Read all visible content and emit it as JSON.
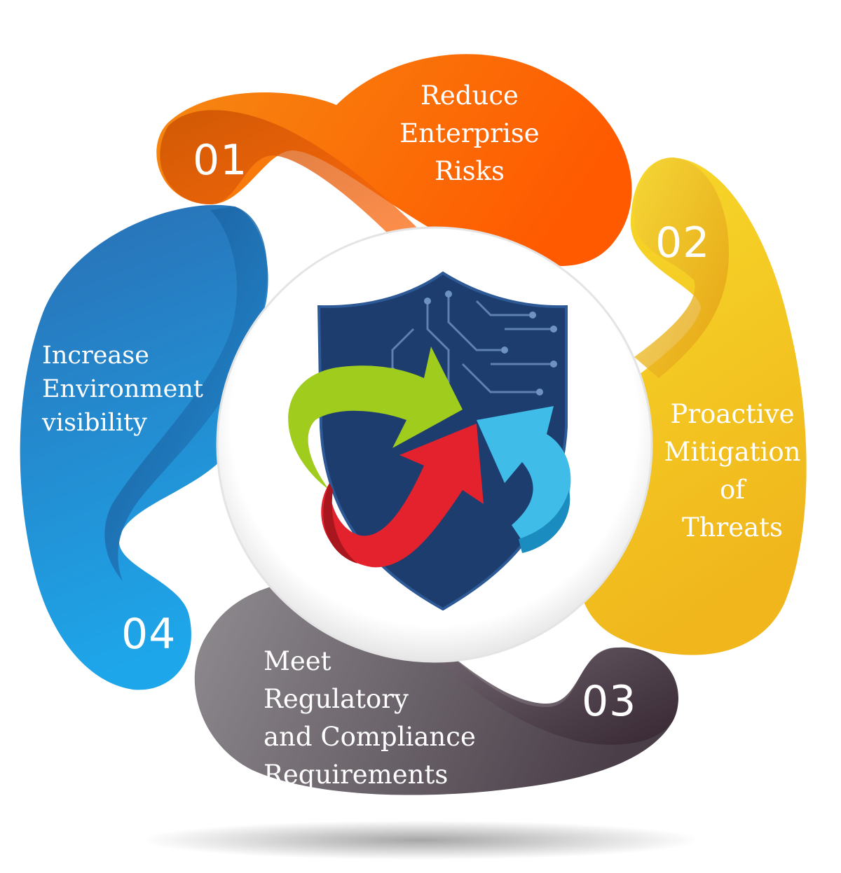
{
  "steps": [
    {
      "number": "01",
      "lines": [
        "Reduce",
        "Enterprise",
        "Risks"
      ],
      "color": "#f26a0f"
    },
    {
      "number": "02",
      "lines": [
        "Proactive",
        "Mitigation",
        "of",
        "Threats"
      ],
      "color": "#f2b320"
    },
    {
      "number": "03",
      "lines": [
        "Meet",
        "Regulatory",
        "and Compliance",
        "Requirements"
      ],
      "color": "#6e6a70"
    },
    {
      "number": "04",
      "lines": [
        "Increase",
        "Environment",
        "visibility"
      ],
      "color": "#1f8fd6"
    }
  ],
  "center": {
    "icon": "shield-with-arrows-icon",
    "shield_color": "#1c3d6e",
    "arrow_colors": [
      "#9fcc1d",
      "#e3222d",
      "#3fbde8"
    ]
  }
}
